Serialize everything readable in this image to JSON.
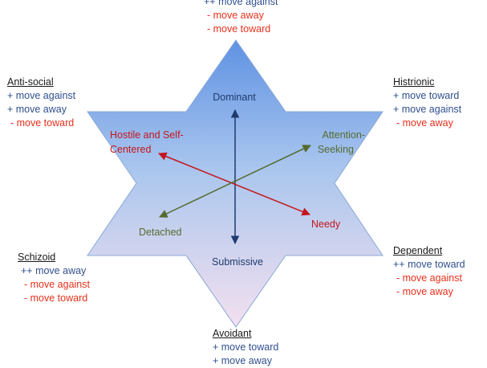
{
  "colors": {
    "star_top": "#6b9be6",
    "star_bottom": "#f1dff0",
    "star_stroke": "#8aa8d8",
    "axis_vertical": "#1f3b6e",
    "axis_red": "#c4161c",
    "axis_green": "#556b2f",
    "text_blue": "#2f4f8f",
    "text_red": "#e8301c"
  },
  "axes": {
    "dominant": "Dominant",
    "submissive": "Submissive",
    "hostile": "Hostile and Self-Centered",
    "hostile_line1": "Hostile and Self-",
    "hostile_line2": "Centered",
    "needy": "Needy",
    "attention_line1": "Attention-",
    "attention_line2": "Seeking",
    "detached": "Detached"
  },
  "points": {
    "top": {
      "lines": [
        "++ move against",
        "- move away",
        "- move toward"
      ]
    },
    "antisocial": {
      "title": "Anti-social",
      "lines": [
        "+ move against",
        "+ move away",
        "- move toward"
      ]
    },
    "histrionic": {
      "title": "Histrionic",
      "lines": [
        "+ move toward",
        "+ move against",
        "- move away"
      ]
    },
    "schizoid": {
      "title": "Schizoid",
      "lines": [
        "++ move away",
        "- move against",
        "- move toward"
      ]
    },
    "dependent": {
      "title": "Dependent",
      "lines": [
        "++ move toward",
        "- move against",
        "- move away"
      ]
    },
    "avoidant": {
      "title": "Avoidant",
      "lines": [
        "+ move toward",
        "+ move away"
      ]
    }
  }
}
